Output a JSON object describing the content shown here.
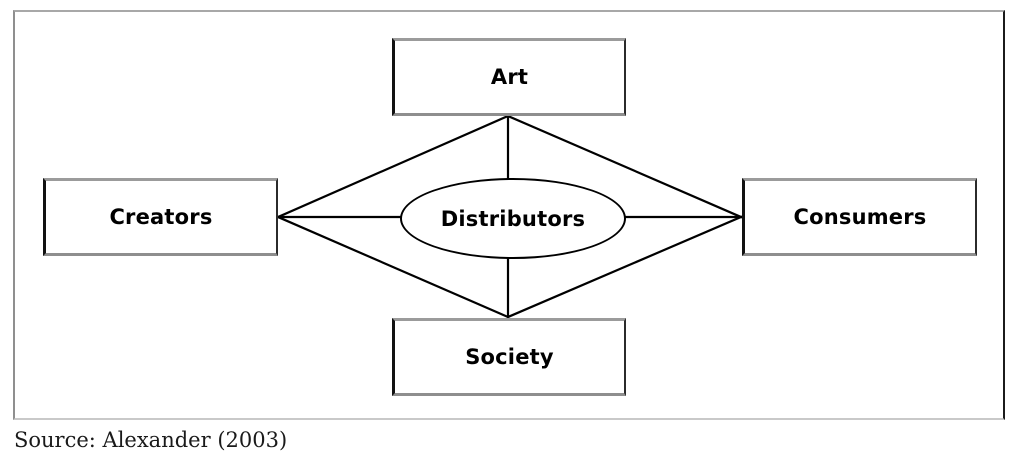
{
  "figure": {
    "caption": "Source: Alexander (2003)",
    "frame_color": "#8f8f8f",
    "line_color": "#000000",
    "background": "#ffffff"
  },
  "diagram": {
    "type": "node-link-diamond",
    "nodes": [
      {
        "id": "art",
        "label": "Art",
        "shape": "rectangle",
        "position": "top"
      },
      {
        "id": "creators",
        "label": "Creators",
        "shape": "rectangle",
        "position": "left"
      },
      {
        "id": "distributors",
        "label": "Distributors",
        "shape": "ellipse",
        "position": "center"
      },
      {
        "id": "consumers",
        "label": "Consumers",
        "shape": "rectangle",
        "position": "right"
      },
      {
        "id": "society",
        "label": "Society",
        "shape": "rectangle",
        "position": "bottom"
      }
    ],
    "edges": [
      {
        "from": "creators",
        "to": "art"
      },
      {
        "from": "art",
        "to": "consumers"
      },
      {
        "from": "consumers",
        "to": "society"
      },
      {
        "from": "society",
        "to": "creators"
      },
      {
        "from": "distributors",
        "to": "art"
      },
      {
        "from": "distributors",
        "to": "creators"
      },
      {
        "from": "distributors",
        "to": "consumers"
      },
      {
        "from": "distributors",
        "to": "society"
      }
    ]
  }
}
